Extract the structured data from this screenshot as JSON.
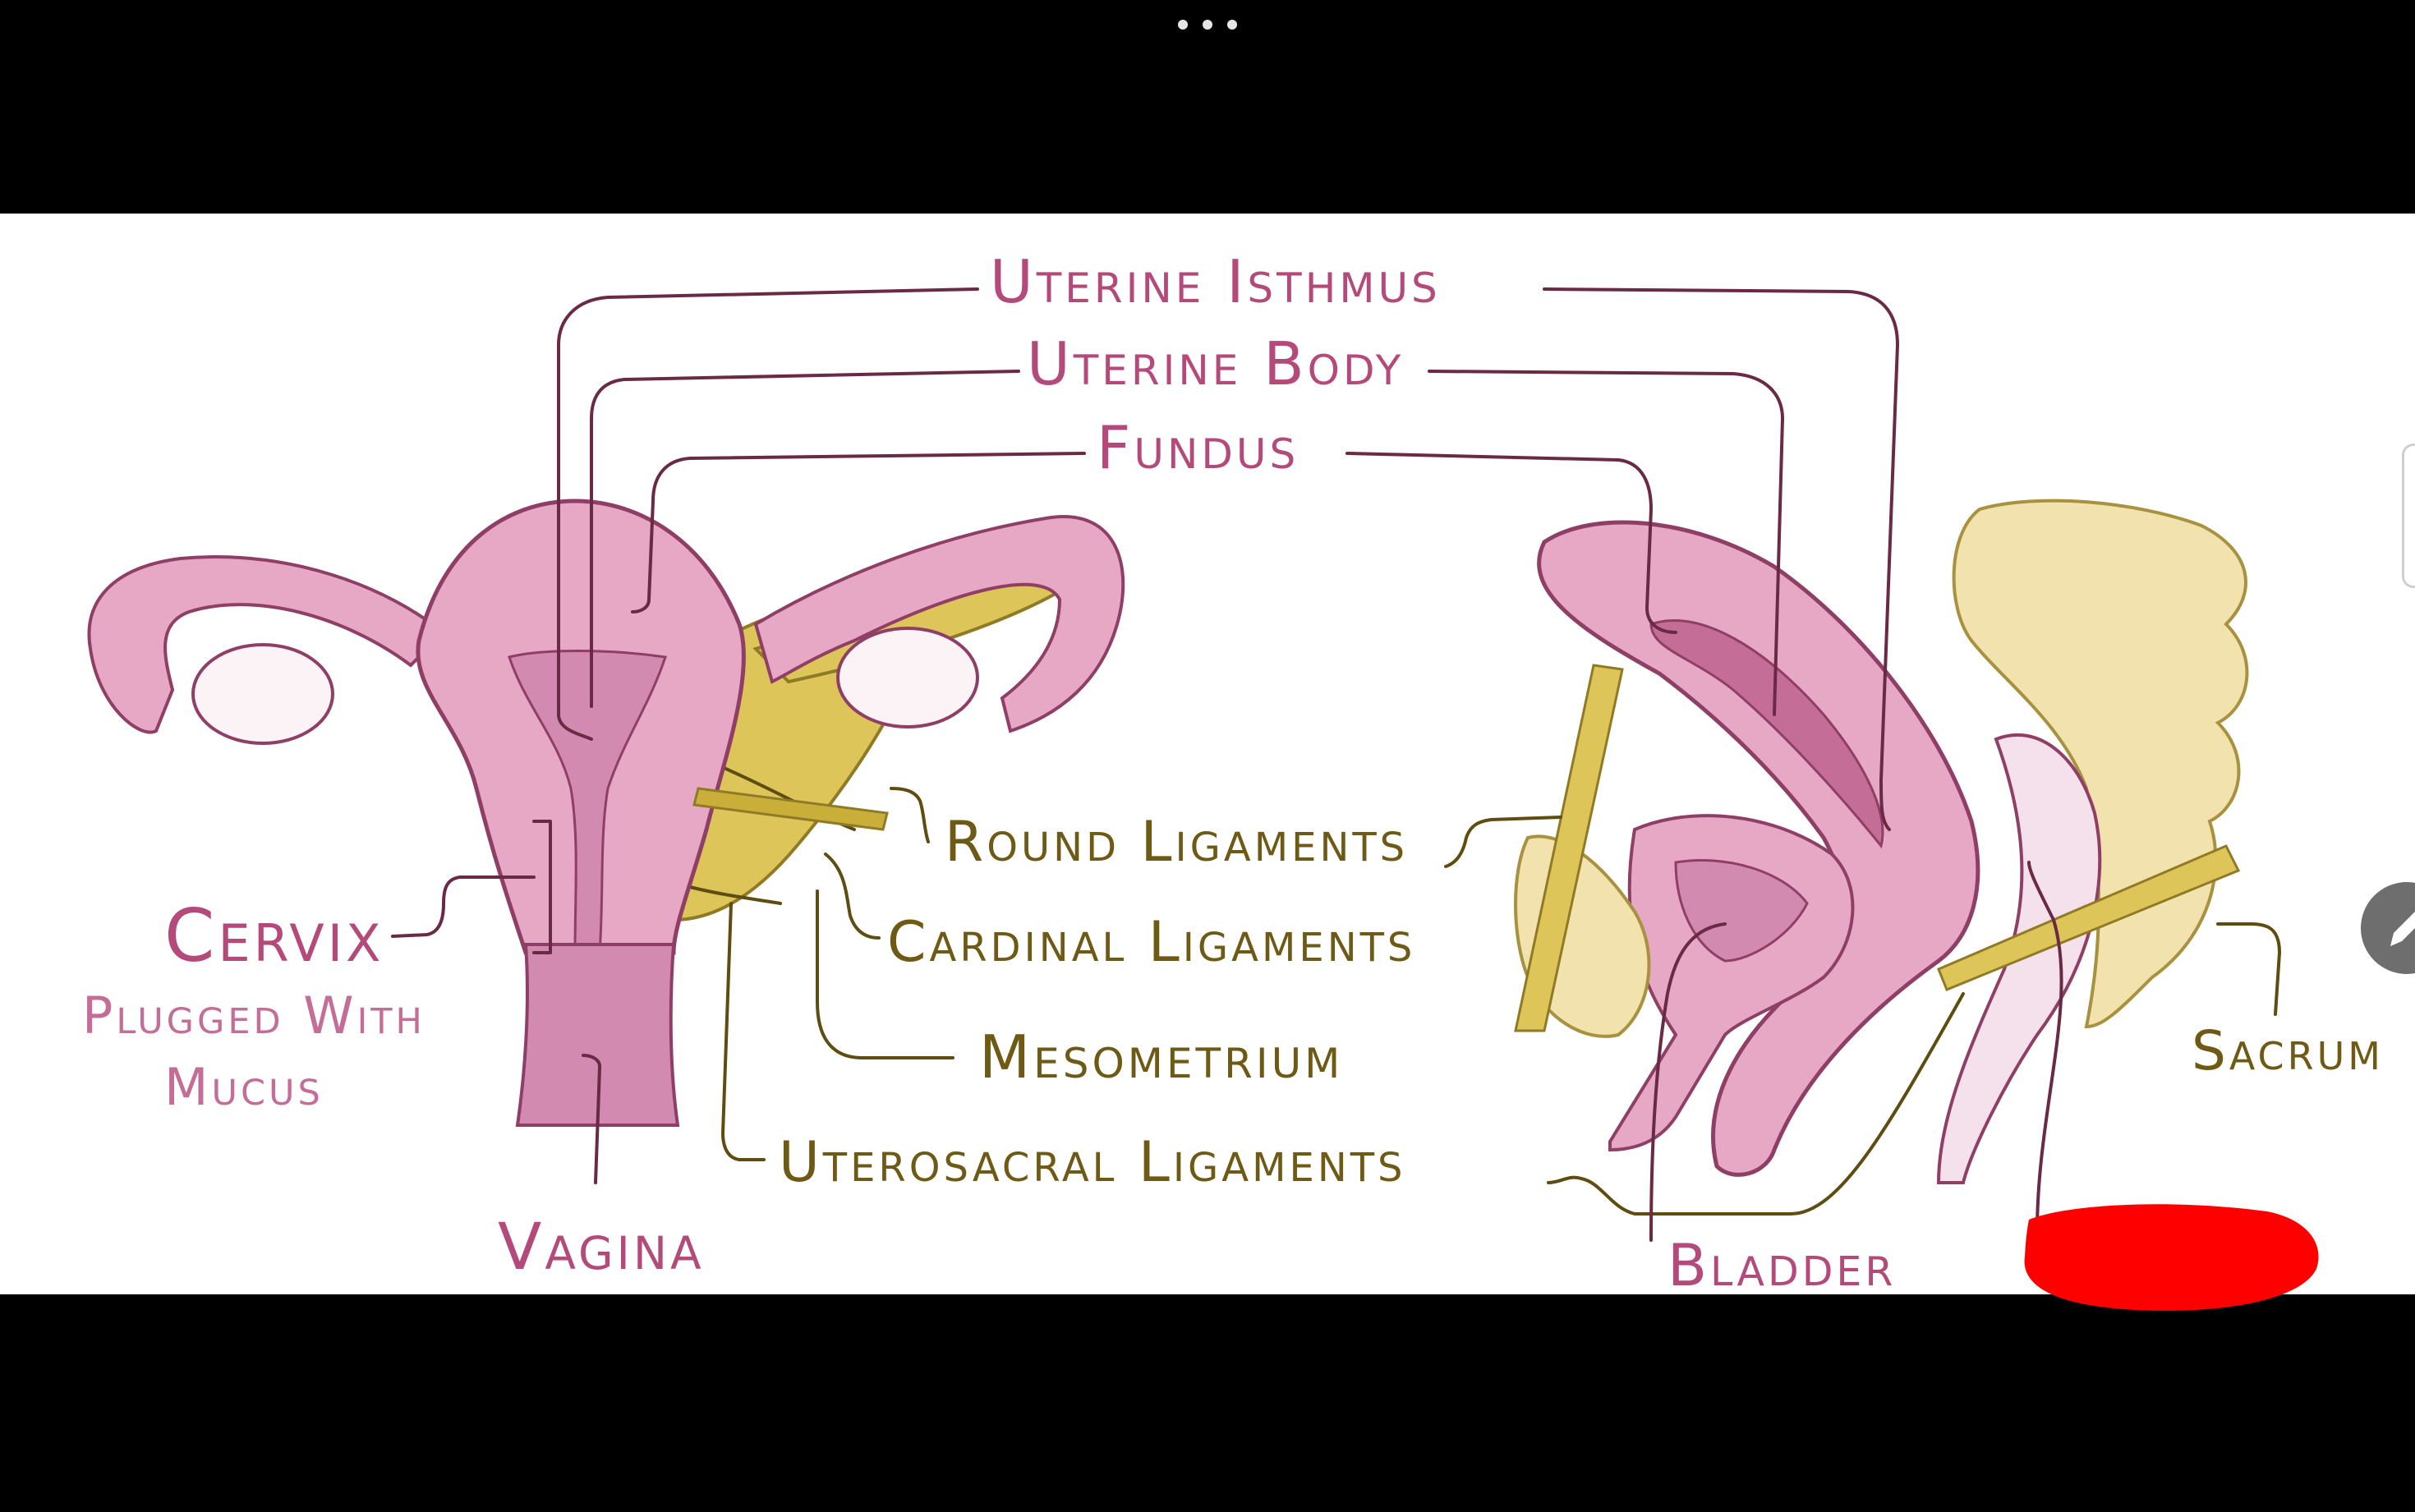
{
  "window": {
    "menu_icon": "more-horizontal-icon",
    "edit_icon": "pencil-icon"
  },
  "colors": {
    "uterus_pink": "#e6a8c4",
    "uterus_dark": "#c46d97",
    "ligament_yellow": "#ddc55a",
    "bone_cream": "#f2e2ad",
    "label_pink": "#b44a7a",
    "label_olive": "#6e5a15",
    "redaction": "#ff0000"
  },
  "labels": {
    "uterine_isthmus": "Uterine Isthmus",
    "uterine_body": "Uterine Body",
    "fundus": "Fundus",
    "cervix": "Cervix",
    "cervix_note_1": "Plugged With",
    "cervix_note_2": "Mucus",
    "vagina": "Vagina",
    "round_ligaments": "Round Ligaments",
    "cardinal_ligaments": "Cardinal Ligaments",
    "mesometrium": "Mesometrium",
    "uterosacral_ligaments": "Uterosacral Ligaments",
    "bladder": "Bladder",
    "sacrum": "Sacrum"
  }
}
